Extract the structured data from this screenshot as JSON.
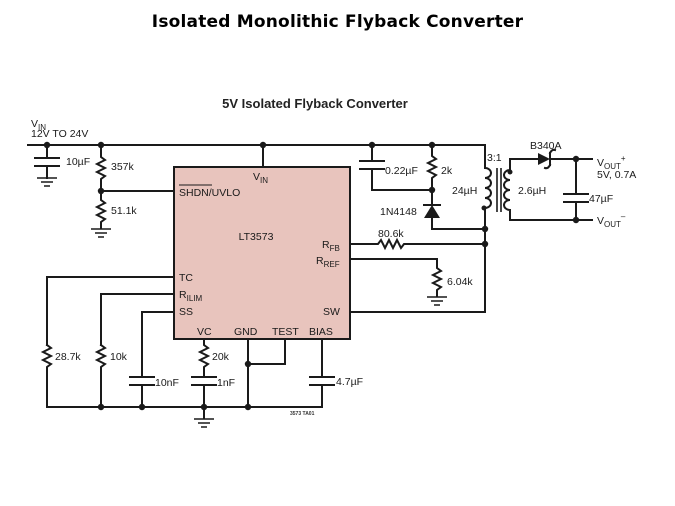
{
  "slide": {
    "title": "Isolated Monolithic Flyback Converter"
  },
  "schematic": {
    "title": "5V Isolated Flyback Converter",
    "input": {
      "label": "V",
      "label_sub": "IN",
      "range": "12V TO 24V"
    },
    "ic": {
      "part": "LT3573",
      "fill_color": "#e8c4bd",
      "pins": {
        "vin": {
          "main": "V",
          "sub": "IN"
        },
        "shdn": "SHDN/UVLO",
        "rfb": {
          "main": "R",
          "sub": "FB"
        },
        "rref": {
          "main": "R",
          "sub": "REF"
        },
        "tc": "TC",
        "rilim": {
          "main": "R",
          "sub": "ILIM"
        },
        "ss": "SS",
        "sw": "SW",
        "vc": "VC",
        "gnd": "GND",
        "test": "TEST",
        "bias": "BIAS"
      }
    },
    "components": {
      "c_in": "10µF",
      "r_top": "357k",
      "r_bot": "51.1k",
      "c_snub": "0.22µF",
      "r_snub": "2k",
      "diode_snub": "1N4148",
      "primary": "24µH",
      "ratio": "3:1",
      "secondary": "2.6µH",
      "diode_out": "B340A",
      "c_out": "47µF",
      "r_fb": "80.6k",
      "r_ref": "6.04k",
      "r_tc": "28.7k",
      "r_ilim": "10k",
      "c_ss": "10nF",
      "r_vc": "20k",
      "c_vc": "1nF",
      "c_bias": "4.7µF"
    },
    "output": {
      "pos": {
        "main": "V",
        "sub": "OUT",
        "sup": "+"
      },
      "rating": "5V, 0.7A",
      "neg": {
        "main": "V",
        "sub": "OUT",
        "sup": "–"
      }
    },
    "figure_id": "3573 TA01"
  }
}
